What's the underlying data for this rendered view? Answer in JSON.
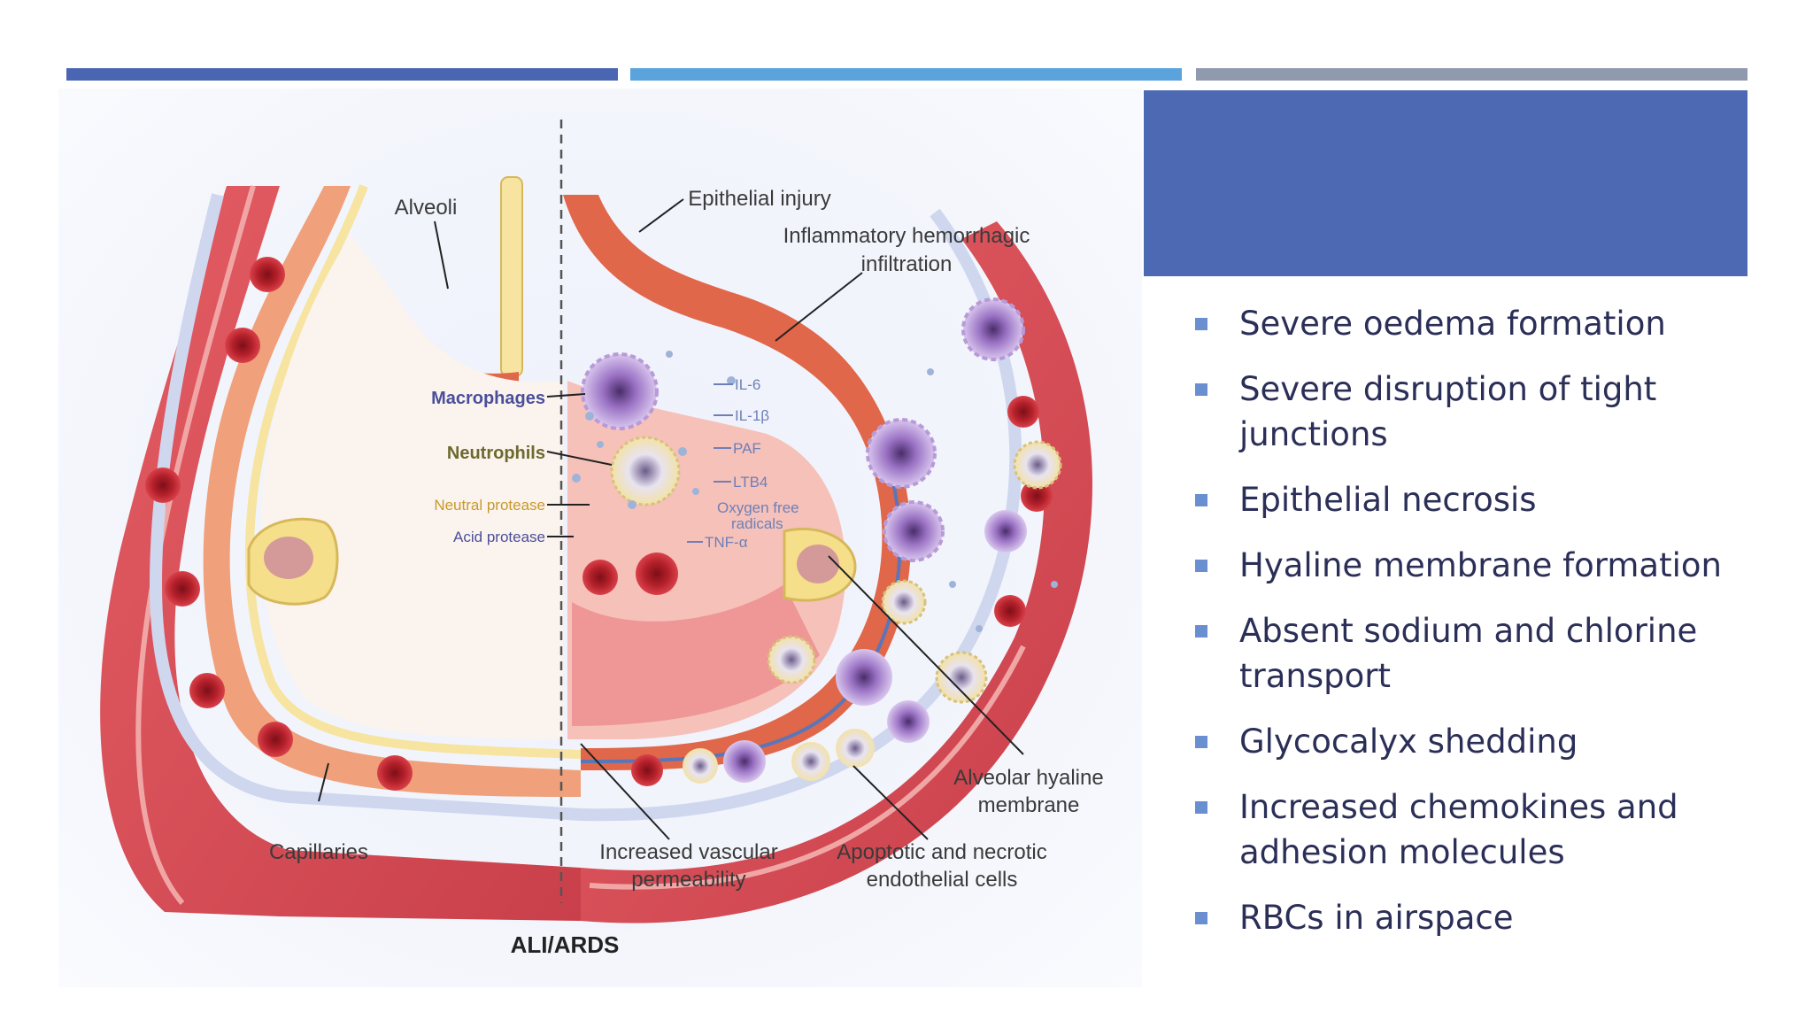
{
  "slide": {
    "title": "",
    "bullets": [
      "Severe oedema formation",
      "Severe disruption of tight junctions",
      "Epithelial necrosis",
      "Hyaline membrane formation",
      "Absent sodium and chlorine transport",
      "Glycocalyx shedding",
      "Increased chemokines and adhesion molecules",
      "RBCs in airspace"
    ]
  },
  "diagram": {
    "caption": "ALI/ARDS",
    "labels": {
      "alveoli": "Alveoli",
      "epithelial_injury": "Epithelial injury",
      "inflammatory_line1": "Inflammatory hemorrhagic",
      "inflammatory_line2": "infiltration",
      "macrophages": "Macrophages",
      "neutrophils": "Neutrophils",
      "neutral_protease": "Neutral protease",
      "acid_protease": "Acid protease",
      "il6": "IL-6",
      "il1b": "IL-1β",
      "paf": "PAF",
      "ltb4": "LTB4",
      "oxygen_line1": "Oxygen free",
      "oxygen_line2": "radicals",
      "tnfa": "TNF-α",
      "capillaries": "Capillaries",
      "vascular_line1": "Increased vascular",
      "vascular_line2": "permeability",
      "apoptotic_line1": "Apoptotic and necrotic",
      "apoptotic_line2": "endothelial cells",
      "hyaline_line1": "Alveolar hyaline",
      "hyaline_line2": "membrane"
    }
  },
  "colors": {
    "title_box": "#4e69b4",
    "bullet_text": "#2b2f57",
    "bullet_marker": "#6a8fd0",
    "capillary": "#cf4a55",
    "alveolar_wall": "#e0674a",
    "rbc": "#b3202a"
  }
}
